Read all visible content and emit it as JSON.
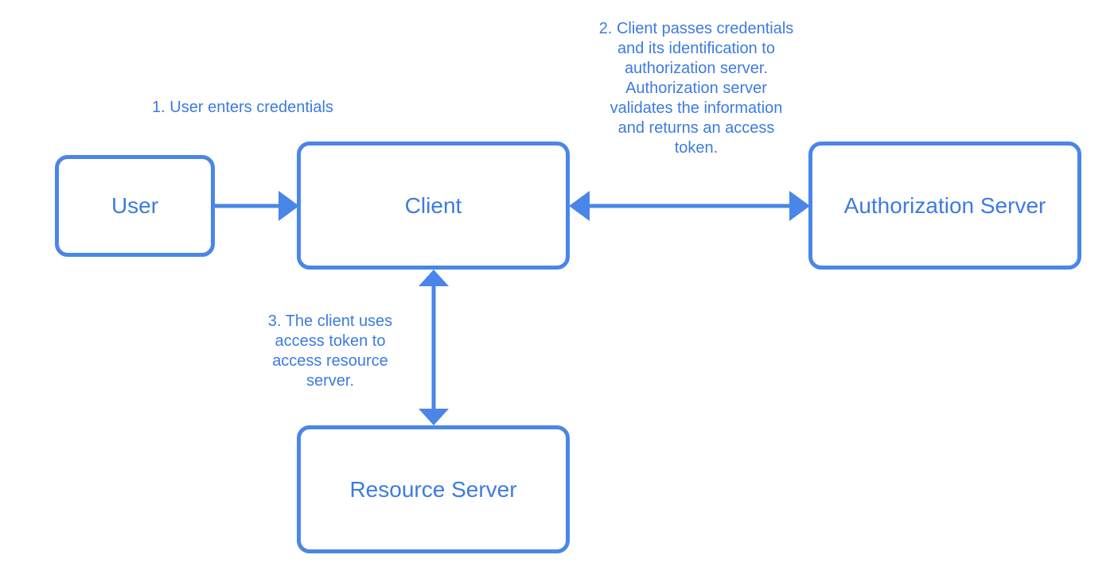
{
  "nodes": {
    "user": "User",
    "client": "Client",
    "authorization_server": "Authorization Server",
    "resource_server": "Resource Server"
  },
  "notes": {
    "step1": [
      "1. User enters credentials"
    ],
    "step2": [
      "2. Client passes credentials",
      "and its identification to",
      "authorization server.",
      "Authorization server",
      "validates the information",
      "and returns an access",
      "token."
    ],
    "step3": [
      "3. The client uses",
      "access token to",
      "access resource",
      "server."
    ]
  },
  "colors": {
    "stroke": "#4a86e8",
    "text": "#3d7be0",
    "background": "#ffffff"
  }
}
